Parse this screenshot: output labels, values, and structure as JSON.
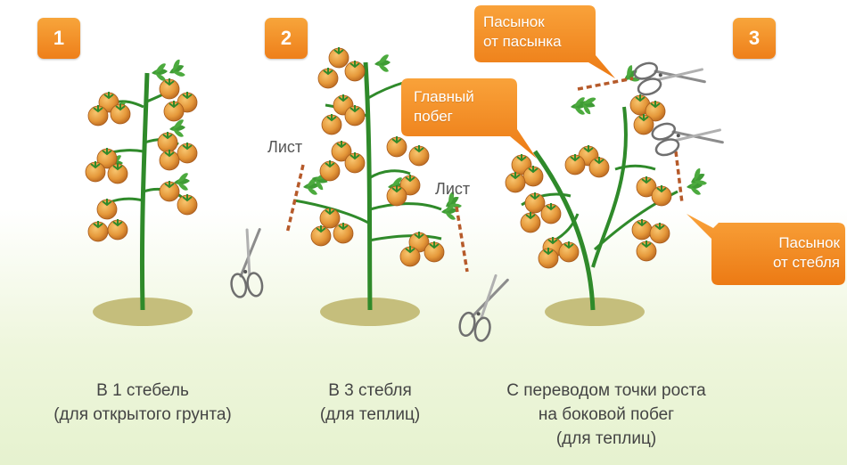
{
  "badges": [
    "1",
    "2",
    "3"
  ],
  "callouts": {
    "stepson_of_stepson": [
      "Пасынок",
      "от пасынка"
    ],
    "main_shoot": [
      "Главный",
      "побег"
    ],
    "stepson_of_stem": [
      "Пасынок",
      "от стебля"
    ]
  },
  "leaf_labels": [
    "Лист",
    "Лист"
  ],
  "captions": {
    "one": [
      "В 1 стебель",
      "(для открытого грунта)"
    ],
    "two": [
      "В 3 стебля",
      "(для теплиц)"
    ],
    "three": [
      "С переводом точки роста",
      "на боковой побег",
      "(для теплиц)"
    ]
  },
  "colors": {
    "badge": "#f08a1f",
    "callout": "#f28a1e",
    "stem": "#2f8a2a",
    "tomato": "#e59a3e",
    "ground": "#c5be7c",
    "cut_line": "#b65a2a"
  },
  "icons": [
    "scissors-icon"
  ]
}
